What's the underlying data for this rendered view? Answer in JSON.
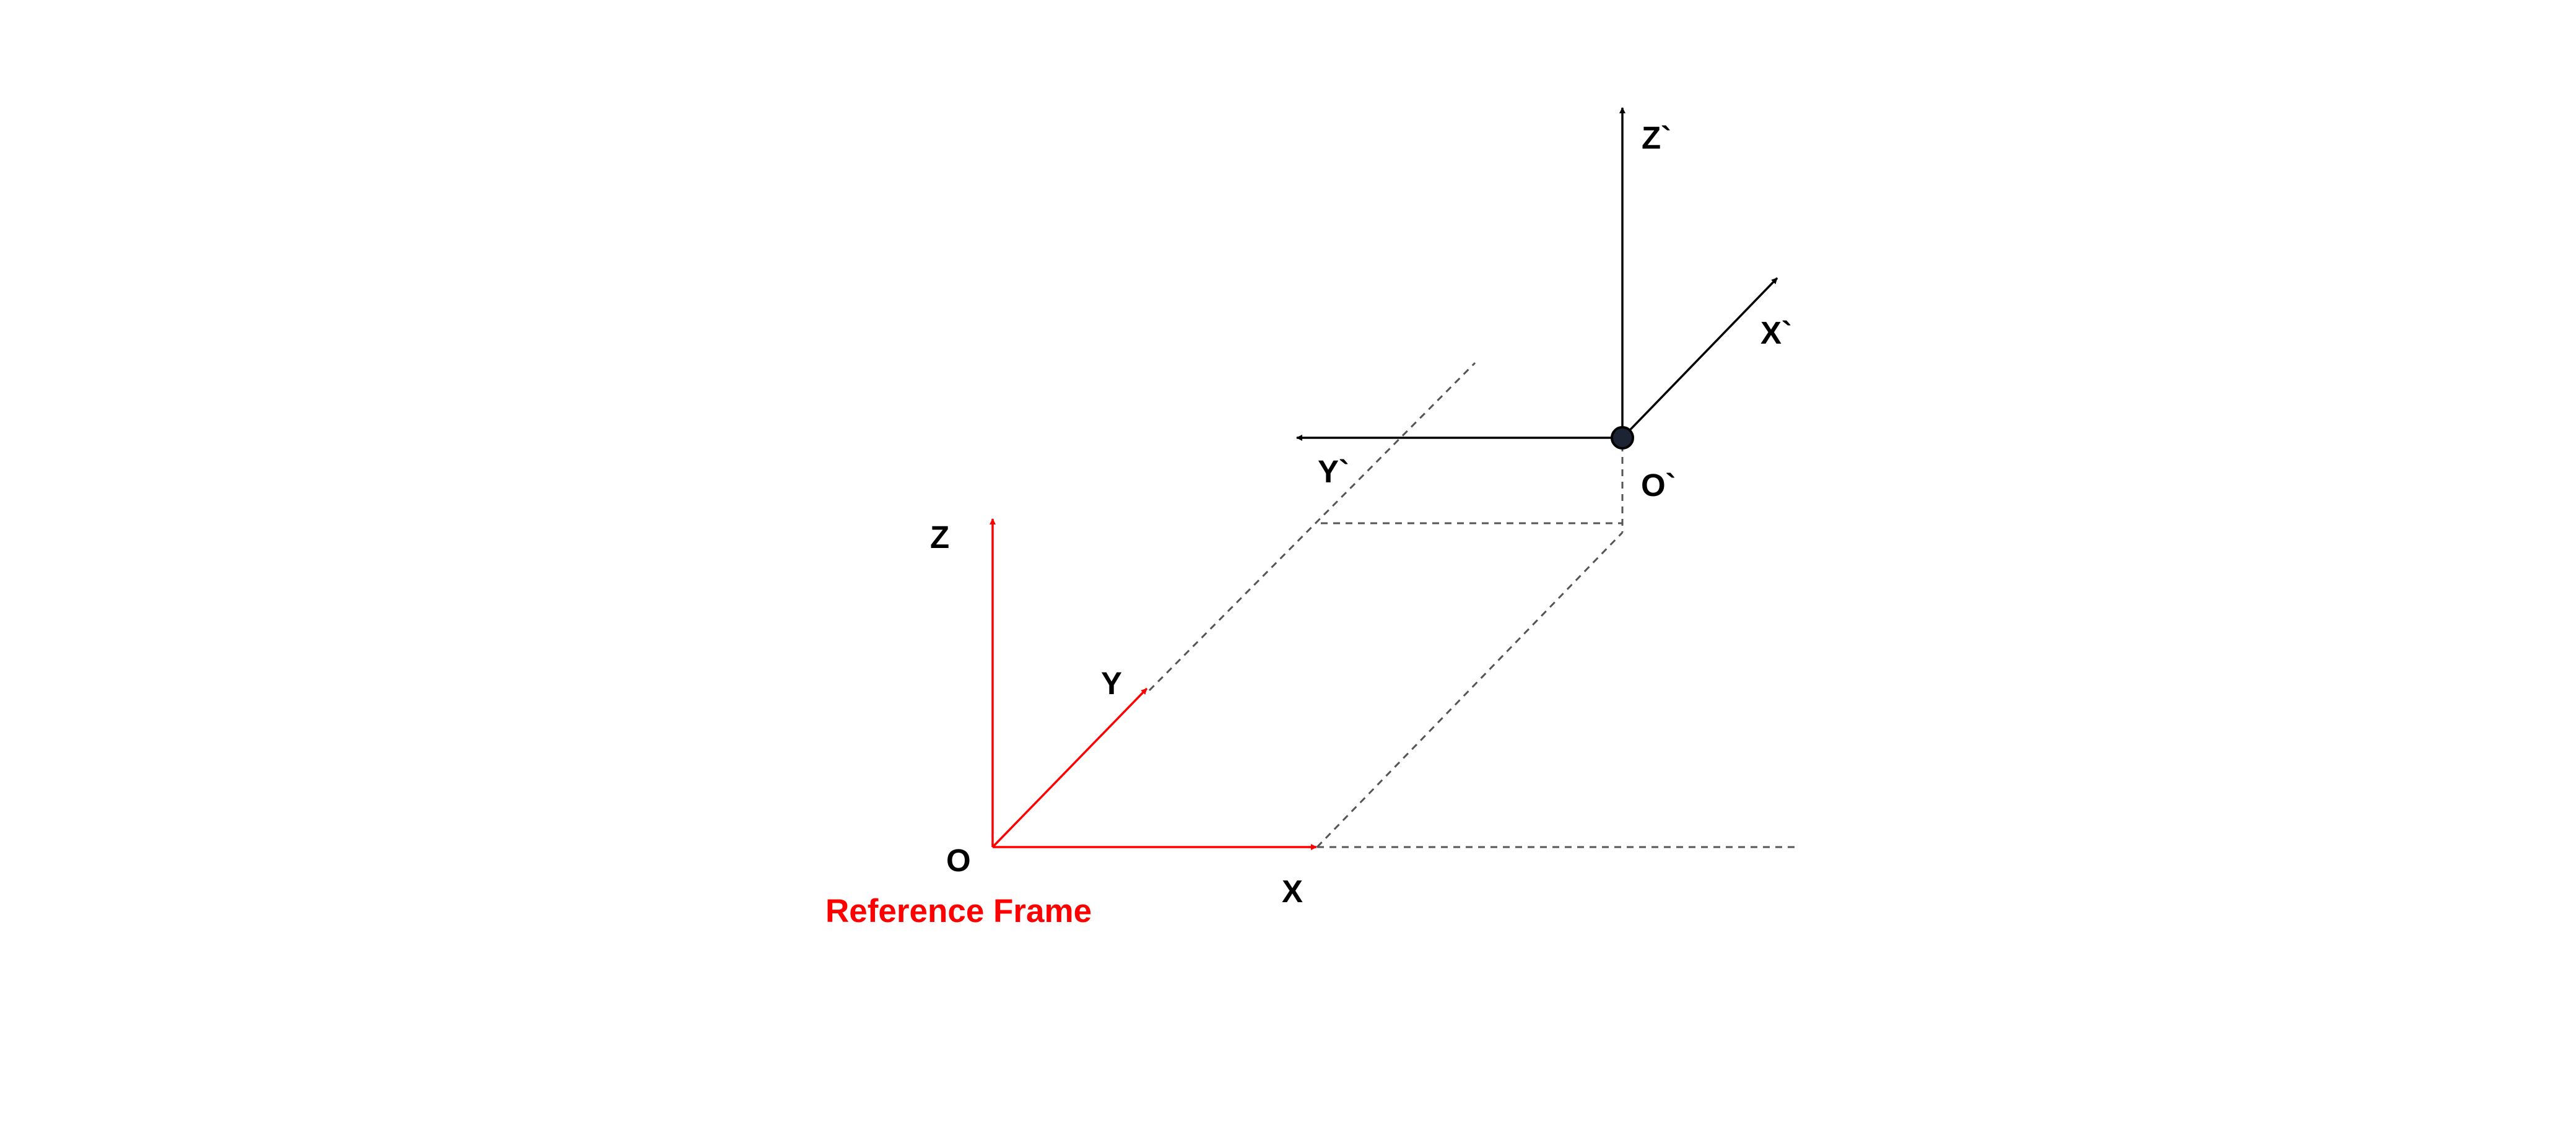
{
  "colors": {
    "reference": "#ff0000",
    "target": "#000000",
    "guide": "#555555",
    "origin_fill": "#1c2333"
  },
  "labels": {
    "ref_origin": "O",
    "ref_x": "X",
    "ref_y": "Y",
    "ref_z": "Z",
    "ref_caption": "Reference Frame",
    "tgt_origin": "O`",
    "tgt_x": "X`",
    "tgt_y": "Y`",
    "tgt_z": "Z`"
  }
}
